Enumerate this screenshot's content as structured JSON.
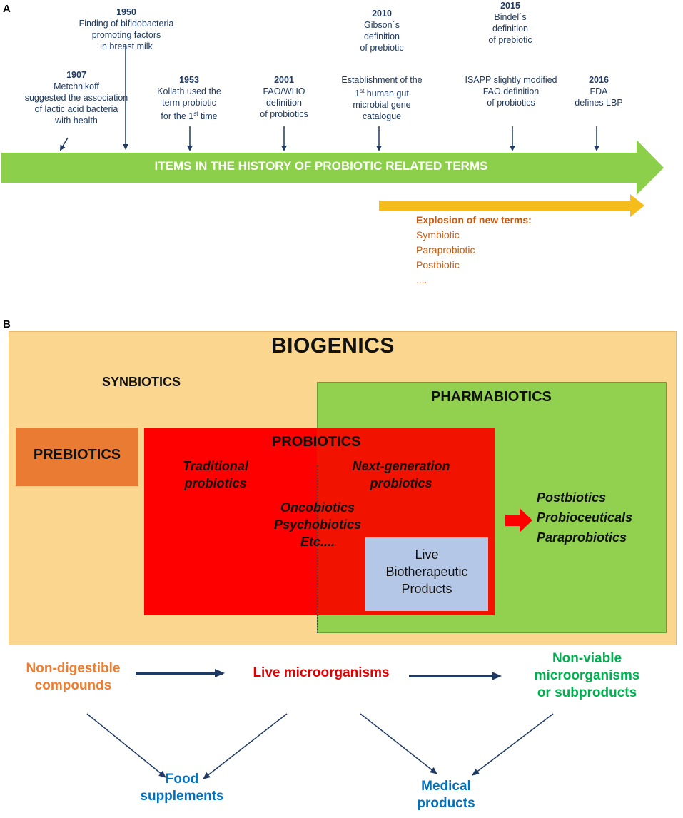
{
  "panels": {
    "a": "A",
    "b": "B"
  },
  "timeline": {
    "banner": "ITEMS IN THE HISTORY OF PROBIOTIC RELATED TERMS",
    "events": [
      {
        "year": "1907",
        "lines": [
          "Metchnikoff",
          "suggested the association",
          "of lactic acid bacteria",
          "with health"
        ]
      },
      {
        "year": "1950",
        "lines": [
          "Finding of bifidobacteria",
          "promoting factors",
          "in breast milk"
        ]
      },
      {
        "year": "1953",
        "lines": [
          "Kollath used the",
          "term probiotic",
          "for the 1st time"
        ]
      },
      {
        "year": "2001",
        "lines": [
          "FAO/WHO",
          "definition",
          "of probiotics"
        ]
      },
      {
        "year": "2010",
        "lines": [
          "Gibson´s",
          "definition",
          "of prebiotic"
        ]
      },
      {
        "year": "",
        "lines": [
          "Establishment of the",
          "1st human gut",
          "microbial gene",
          "catalogue"
        ]
      },
      {
        "year": "2015",
        "lines": [
          "Bindel´s",
          "definition",
          "of prebiotic"
        ]
      },
      {
        "year": "",
        "lines": [
          "ISAPP slightly modified",
          "FAO definition",
          "of probiotics"
        ]
      },
      {
        "year": "2016",
        "lines": [
          "FDA",
          "defines LBP"
        ]
      }
    ],
    "explosion": {
      "title": "Explosion of new terms:",
      "items": [
        "Symbiotic",
        "Paraprobiotic",
        "Postbiotic",
        "...."
      ]
    }
  },
  "venn": {
    "biogenics": "BIOGENICS",
    "synbiotics": "SYNBIOTICS",
    "pharmabiotics": "PHARMABIOTICS",
    "prebiotics": "PREBIOTICS",
    "probiotics": "PROBIOTICS",
    "traditional": [
      "Traditional",
      "probiotics"
    ],
    "next_gen": [
      "Next-generation",
      "probiotics"
    ],
    "onco": [
      "Oncobiotics",
      "Psychobiotics",
      "Etc...."
    ],
    "lbp": [
      "Live",
      "Biotherapeutic",
      "Products"
    ],
    "post": [
      "Postbiotics",
      "Probioceuticals",
      "Paraprobiotics"
    ]
  },
  "flow": {
    "non_digestible": [
      "Non-digestible",
      "compounds"
    ],
    "live": "Live microorganisms",
    "non_viable": [
      "Non-viable",
      "microorganisms",
      "or subproducts"
    ],
    "food": [
      "Food",
      "supplements"
    ],
    "medical": [
      "Medical",
      "products"
    ]
  },
  "colors": {
    "green_arrow": "#8ccf4a",
    "yellow_arrow": "#f5bd1b",
    "biogenics_bg": "#fbd68e",
    "pharmabiotics": "#92d050",
    "probiotics": "#ff0000",
    "prebiotics": "#e97c32",
    "lbp": "#b4c7e7",
    "navy": "#1f3a63",
    "orange_text": "#ed7d31",
    "green_text": "#00b050",
    "blue_text": "#0070c0"
  }
}
